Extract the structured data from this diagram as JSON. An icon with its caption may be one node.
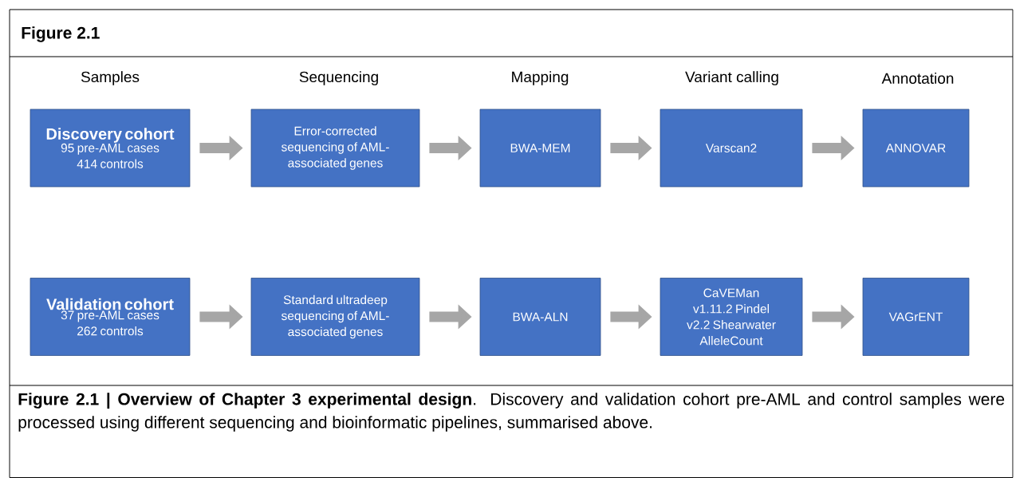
{
  "diagram": {
    "title": "Figure 2.1",
    "caption": "**Figure 2.1 | Overview of Chapter 3 experimental design**. Discovery and validation cohort pre-AML and control samples were processed using different sequencing and bioinformatic pipelines, summarised above.",
    "nodes": [
      {
        "text": [
          "Discovery cohort",
          "95 pre-AML cases 414 controls"
        ]
      },
      {
        "text": [
          "Error-corrected sequencing of AML-associated genes"
        ]
      },
      {
        "text": [
          "BWA-MEM"
        ]
      },
      {
        "text": [
          "Varscan2"
        ]
      },
      {
        "text": [
          "ANNOVAR"
        ]
      },
      {
        "text": [
          "Validation cohort",
          "37 pre-AML cases 262 controls"
        ]
      },
      {
        "text": [
          "Standard ultradeep sequencing of AML-associated genes"
        ]
      },
      {
        "text": [
          "BWA-ALN"
        ]
      },
      {
        "text": [
          "CaVEMan v1.11.2 Pindel v2.2 Shearwater AlleleCount"
        ]
      },
      {
        "text": [
          "VAGrENT"
        ]
      }
    ],
    "edges": [
      {
        "from": 0,
        "to": 1,
        "arrow": "to"
      },
      {
        "from": 1,
        "to": 2,
        "arrow": "to"
      },
      {
        "from": 2,
        "to": 3,
        "arrow": "to"
      },
      {
        "from": 3,
        "to": 4,
        "arrow": "to"
      },
      {
        "from": 5,
        "to": 6,
        "arrow": "to"
      },
      {
        "from": 6,
        "to": 7,
        "arrow": "to"
      },
      {
        "from": 7,
        "to": 8,
        "arrow": "to"
      },
      {
        "from": 8,
        "to": 9,
        "arrow": "to"
      }
    ],
    "labels": [
      "Samples",
      "Sequencing",
      "Mapping",
      "Variant calling",
      "Annotation"
    ]
  }
}
